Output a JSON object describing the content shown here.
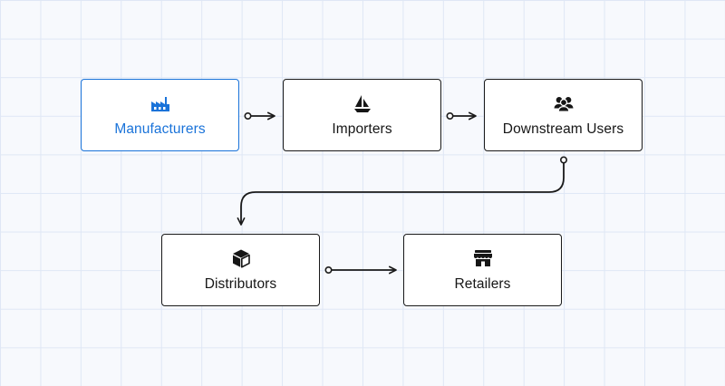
{
  "nodes": {
    "manufacturers": {
      "label": "Manufacturers",
      "icon": "factory-icon"
    },
    "importers": {
      "label": "Importers",
      "icon": "sailboat-icon"
    },
    "downstream_users": {
      "label": "Downstream Users",
      "icon": "users-icon"
    },
    "distributors": {
      "label": "Distributors",
      "icon": "package-icon"
    },
    "retailers": {
      "label": "Retailers",
      "icon": "storefront-icon"
    }
  },
  "edges": [
    {
      "from": "manufacturers",
      "to": "importers"
    },
    {
      "from": "importers",
      "to": "downstream_users"
    },
    {
      "from": "downstream_users",
      "to": "distributors"
    },
    {
      "from": "distributors",
      "to": "retailers"
    }
  ],
  "colors": {
    "selected": "#1a73d9",
    "stroke": "#1a1a1a",
    "grid": "#dfe7f5",
    "background": "#f7f9fd"
  }
}
